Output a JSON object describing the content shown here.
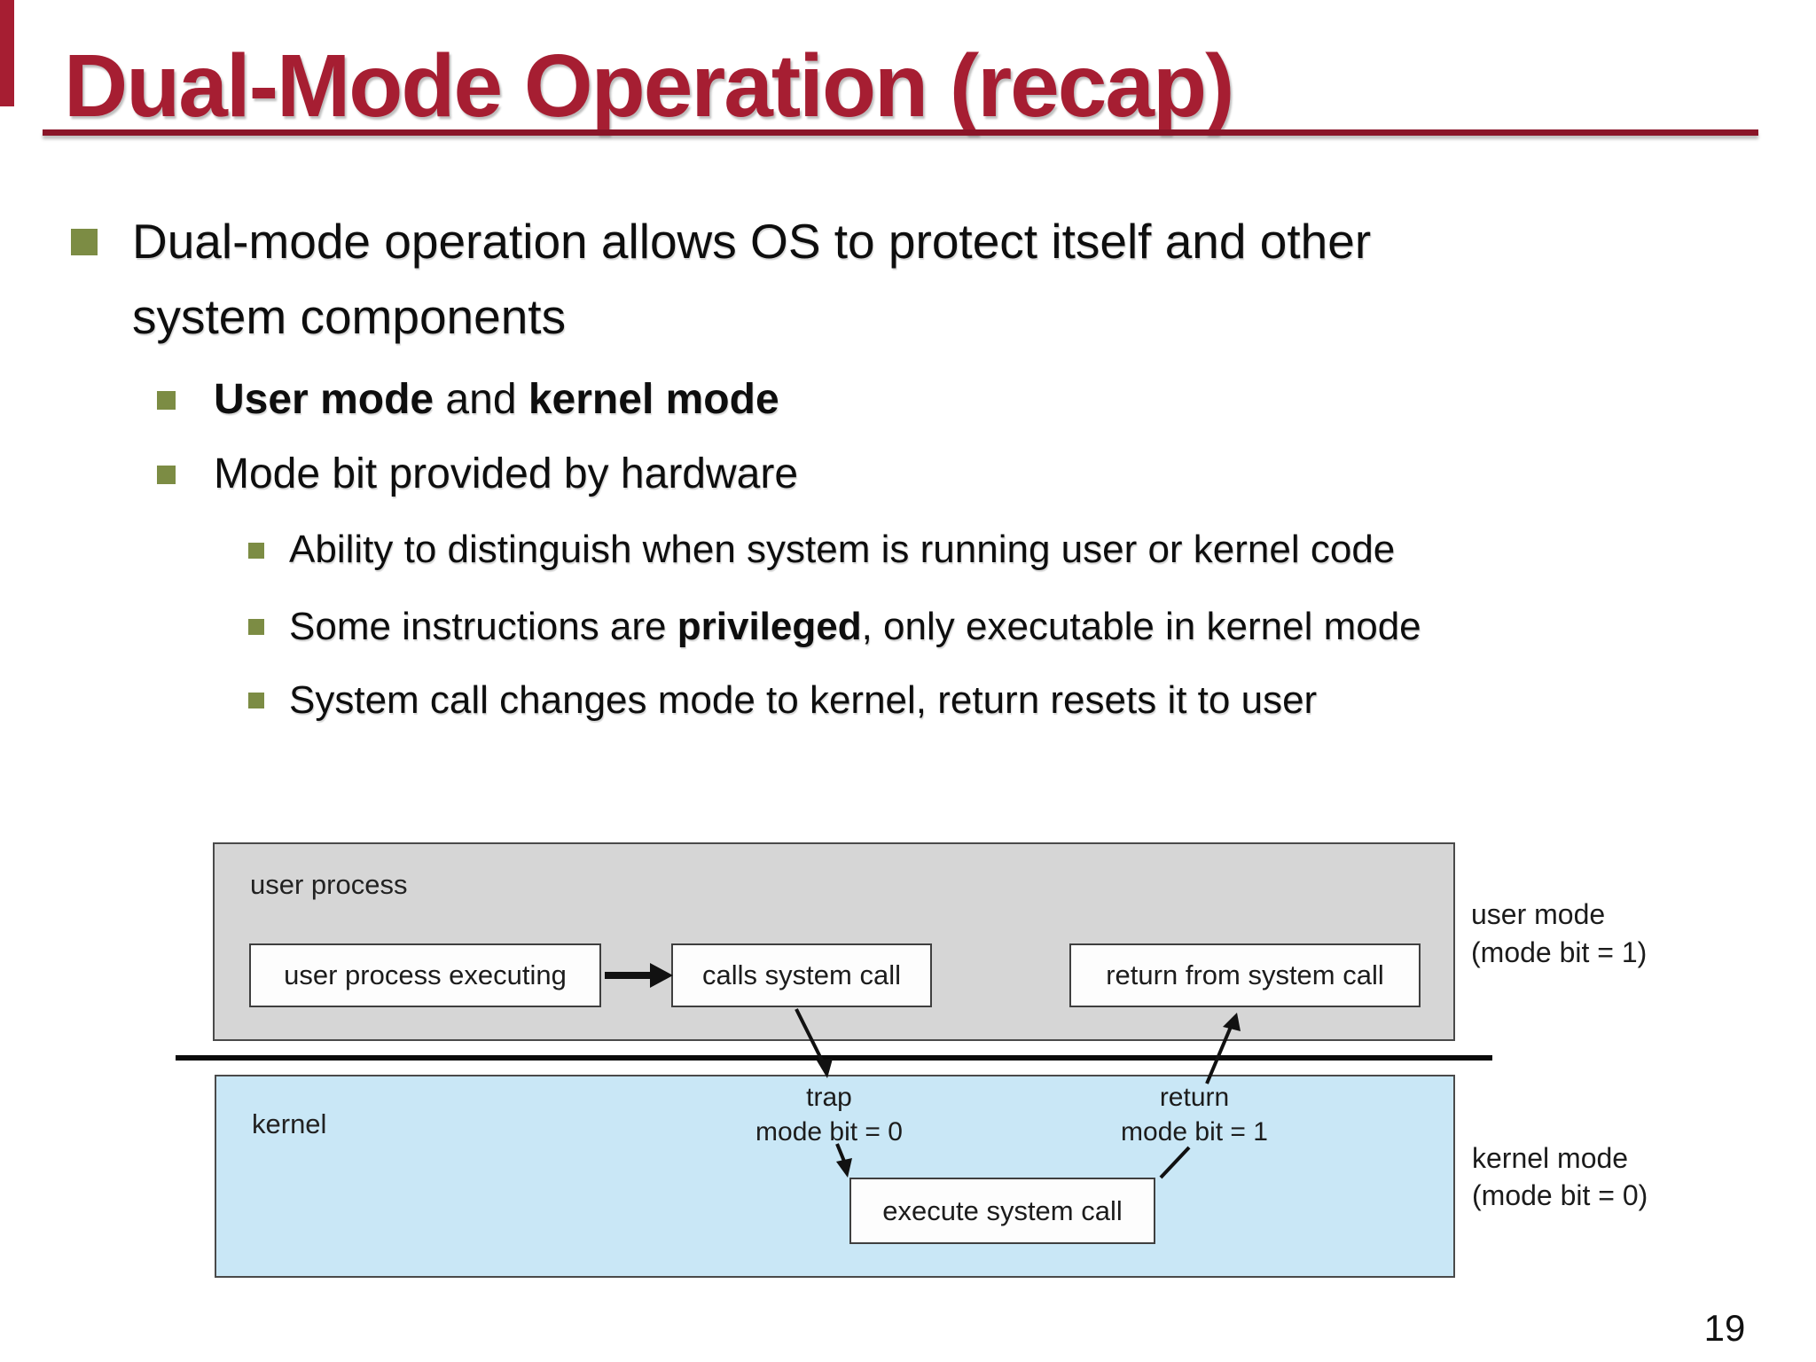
{
  "title": {
    "text": "Dual-Mode Operation (recap)"
  },
  "colors": {
    "accent_red": "#A61E32",
    "underline_red": "#8A1528",
    "bullet_olive": "#7C8C44",
    "user_region_fill": "#D6D6D6",
    "kernel_region_fill": "#C9E7F6",
    "box_border": "#4A4A4A",
    "divider": "#0A0A0A"
  },
  "bullets": {
    "level1": {
      "lines": [
        "Dual-mode operation allows OS to protect itself and other",
        "system components"
      ]
    },
    "level2": [
      {
        "runs": [
          {
            "text": "User mode",
            "bold": true
          },
          {
            "text": " and ",
            "bold": false
          },
          {
            "text": "kernel mode",
            "bold": true
          }
        ]
      },
      {
        "runs": [
          {
            "text": "Mode bit provided by hardware",
            "bold": false
          }
        ]
      }
    ],
    "level3": [
      {
        "runs": [
          {
            "text": "Ability to distinguish when system is running user or kernel code",
            "bold": false
          }
        ]
      },
      {
        "runs": [
          {
            "text": "Some instructions are ",
            "bold": false
          },
          {
            "text": "privileged",
            "bold": true
          },
          {
            "text": ", only executable in kernel mode",
            "bold": false
          }
        ]
      },
      {
        "runs": [
          {
            "text": "System call changes mode to kernel, return resets it to user",
            "bold": false
          }
        ]
      }
    ]
  },
  "diagram": {
    "user_region_label": "user process",
    "kernel_region_label": "kernel",
    "boxes": {
      "user_executing": "user process executing",
      "calls_syscall": "calls system call",
      "return_syscall": "return from system call",
      "execute_syscall": "execute system call"
    },
    "transitions": {
      "trap_line1": "trap",
      "trap_line2": "mode bit = 0",
      "return_line1": "return",
      "return_line2": "mode bit = 1"
    },
    "side_labels": {
      "user_mode_line1": "user mode",
      "user_mode_line2": "(mode bit = 1)",
      "kernel_mode_line1": "kernel mode",
      "kernel_mode_line2": "(mode bit = 0)"
    }
  },
  "footer": {
    "page_number": "19"
  }
}
